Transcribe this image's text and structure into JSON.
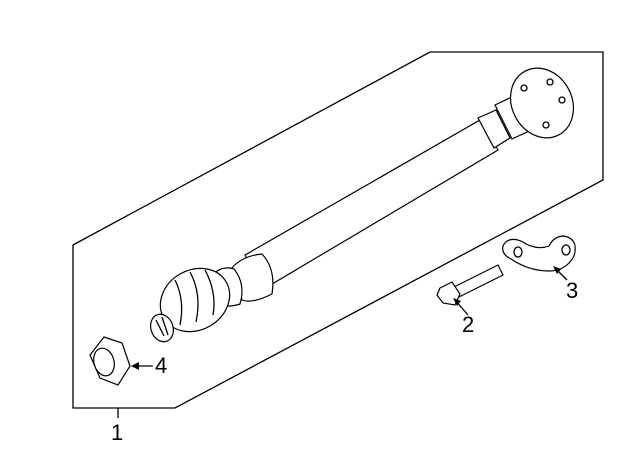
{
  "diagram": {
    "callouts": [
      {
        "number": "1",
        "part": "drive-shaft-assembly"
      },
      {
        "number": "2",
        "part": "bolt"
      },
      {
        "number": "3",
        "part": "retainer-plate"
      },
      {
        "number": "4",
        "part": "nut"
      }
    ],
    "colors": {
      "line": "#000000",
      "panel": "#ffffff",
      "background": "#ffffff"
    }
  }
}
